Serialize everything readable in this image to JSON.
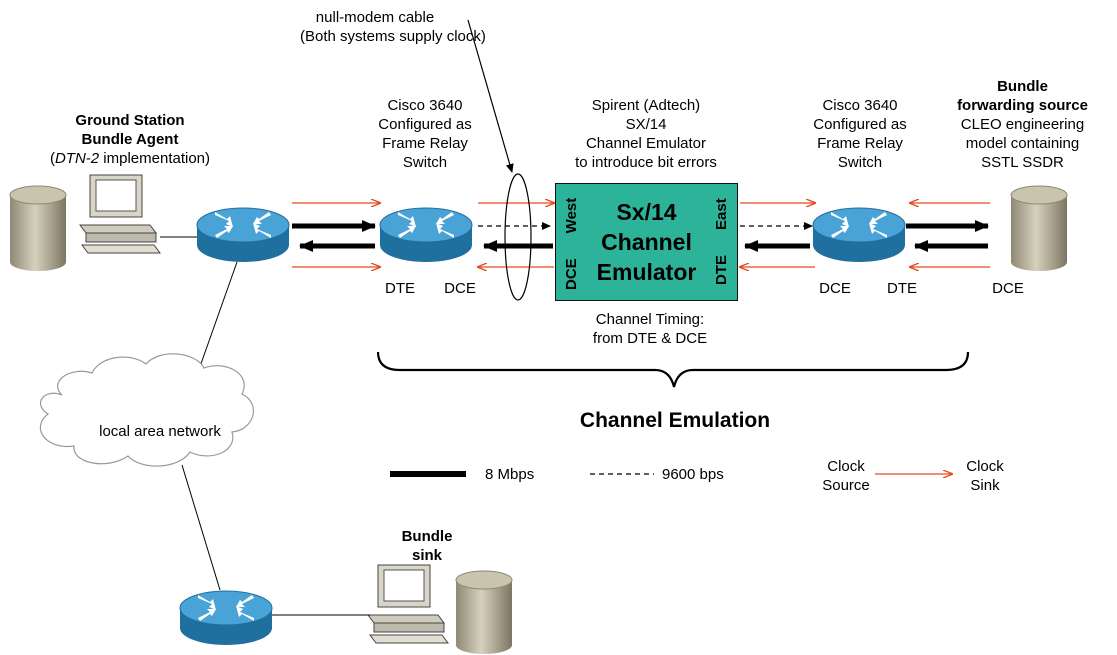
{
  "labels": {
    "null_modem_1": "null-modem cable",
    "null_modem_2": "(Both systems supply clock)",
    "ground_title_1": "Ground Station",
    "ground_title_2": "Bundle Agent",
    "ground_impl_open": "(",
    "ground_impl_italic": "DTN-2",
    "ground_impl_rest": " implementation)",
    "cisco_left": [
      "Cisco 3640",
      "Configured as",
      "Frame Relay",
      "Switch"
    ],
    "spirent": [
      "Spirent (Adtech)",
      "SX/14",
      "Channel Emulator",
      "to introduce bit errors"
    ],
    "cisco_right": [
      "Cisco 3640",
      "Configured as",
      "Frame Relay",
      "Switch"
    ],
    "bundle_source_bold": [
      "Bundle",
      "forwarding source"
    ],
    "bundle_source": [
      "CLEO engineering",
      "model containing",
      "SSTL SSDR"
    ],
    "emulator_title": [
      "Sx/14",
      "Channel",
      "Emulator"
    ],
    "west_dce": "DCE",
    "west": "West",
    "east_dte": "DTE",
    "east": "East",
    "dte1": "DTE",
    "dce1": "DCE",
    "dce2": "DCE",
    "dte2": "DTE",
    "dce3": "DCE",
    "timing": [
      "Channel Timing:",
      "from DTE & DCE"
    ],
    "channel_emulation": "Channel Emulation",
    "lan": "local area network",
    "legend_8": "8 Mbps",
    "legend_9600": "9600 bps",
    "clock_source": [
      "Clock",
      "Source"
    ],
    "clock_sink": [
      "Clock",
      "Sink"
    ],
    "bundle_sink": [
      "Bundle",
      "sink"
    ]
  },
  "colors": {
    "clock_arrow": "#e8491d",
    "emulator_fill": "#2db39a",
    "router_top": "#4aa3d6",
    "router_side": "#1f6f9f",
    "storage": "#b3ad98"
  },
  "icons": [
    "storage-icon",
    "computer-icon",
    "router-icon",
    "cloud-icon"
  ]
}
